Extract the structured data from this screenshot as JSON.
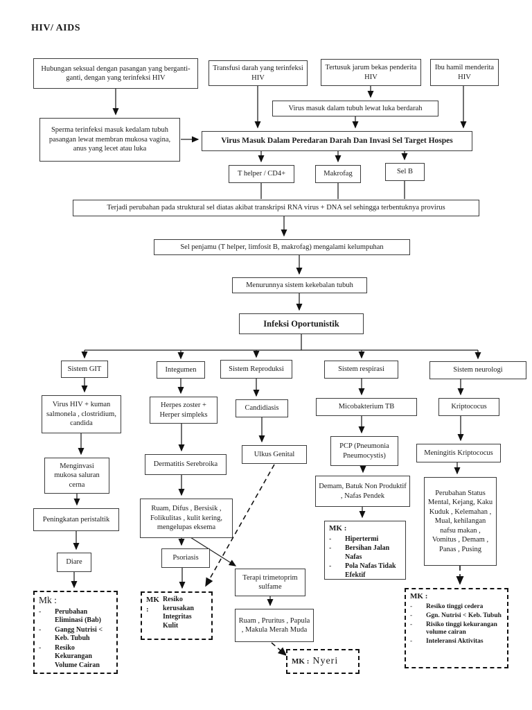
{
  "page_title": "HIV/ AIDS",
  "nodes": {
    "hubungan": "Hubungan seksual dengan pasangan yang berganti-ganti, dengan yang terinfeksi HIV",
    "transfusi": "Transfusi darah yang terinfeksi HIV",
    "tertusuk": "Tertusuk jarum bekas penderita HIV",
    "ibu_hamil": "Ibu hamil menderita HIV",
    "virus_luka": "Virus masuk dalam tubuh lewat luka berdarah",
    "sperma": "Sperma terinfeksi masuk kedalam tubuh pasangan lewat membran mukosa vagina, anus yang lecet atau luka",
    "invasi": "Virus Masuk Dalam Peredaran Darah Dan Invasi Sel Target Hospes",
    "thelper": "T helper / CD4+",
    "makrofag": "Makrofag",
    "selb": "Sel B",
    "provirus": "Terjadi perubahan pada struktural sel diatas akibat transkripsi RNA virus + DNA sel sehingga terbentuknya provirus",
    "kelumpuhan": "Sel penjamu (T helper, limfosit B, makrofag) mengalami kelumpuhan",
    "kekebalan": "Menurunnya sistem kekebalan tubuh",
    "infeksi": "Infeksi Oportunistik",
    "git": "Sistem GIT",
    "integumen": "Integumen",
    "reproduksi": "Sistem Reproduksi",
    "respirasi": "Sistem respirasi",
    "neurologi": "Sistem neurologi",
    "virus_kuman": "Virus HIV + kuman salmonela , clostridium, candida",
    "menginvasi": "Menginvasi mukosa saluran cerna",
    "peristaltik": "Peningkatan peristaltik",
    "diare": "Diare",
    "herpes": "Herpes zoster + Herper simpleks",
    "dermatitis": "Dermatitis Serebroika",
    "ruam_difus": "Ruam, Difus , Bersisik , Folikulitas , kulit kering, mengelupas eksema",
    "psoriasis": "Psoriasis",
    "candidiasis": "Candidiasis",
    "ulkus": "Ulkus  Genital",
    "terapi": "Terapi trimetoprim sulfame",
    "ruam_pruritus": "Ruam , Pruritus , Papula , Makula Merah Muda",
    "mico": "Micobakterium TB",
    "pcp": "PCP (Pneumonia Pneumocystis)",
    "demam": "Demam, Batuk Non Produktif , Nafas Pendek",
    "kripto": "Kriptococus",
    "meningitis": "Meningitis Kriptococus",
    "perubahan": "Perubahan Status Mental, Kejang, Kaku Kuduk , Kelemahan , Mual, kehilangan nafsu makan , Vomitus , Demam , Panas , Pusing"
  },
  "mk": {
    "git": {
      "label": "Mk :",
      "items": [
        "Perubahan Eliminasi (Bab)",
        "Gangg Nutrisi < Keb. Tubuh",
        "Resiko Kekurangan Volume Cairan"
      ]
    },
    "kulit": {
      "label": "MK :",
      "text": "Resiko kerusakan Integritas Kulit"
    },
    "respirasi": {
      "label": "MK :",
      "items": [
        "Hipertermi",
        "Bersihan Jalan Nafas",
        "Pola Nafas Tidak Efektif"
      ]
    },
    "nyeri": {
      "label": "MK :",
      "text": "Nyeri"
    },
    "neurologi": {
      "label": "MK :",
      "items": [
        "Resiko tinggi cedera",
        "Ggn. Nutrisi < Keb. Tubuh",
        "Risiko tinggi kekurangan volume cairan",
        "Inteleransi Aktivitas"
      ]
    }
  }
}
